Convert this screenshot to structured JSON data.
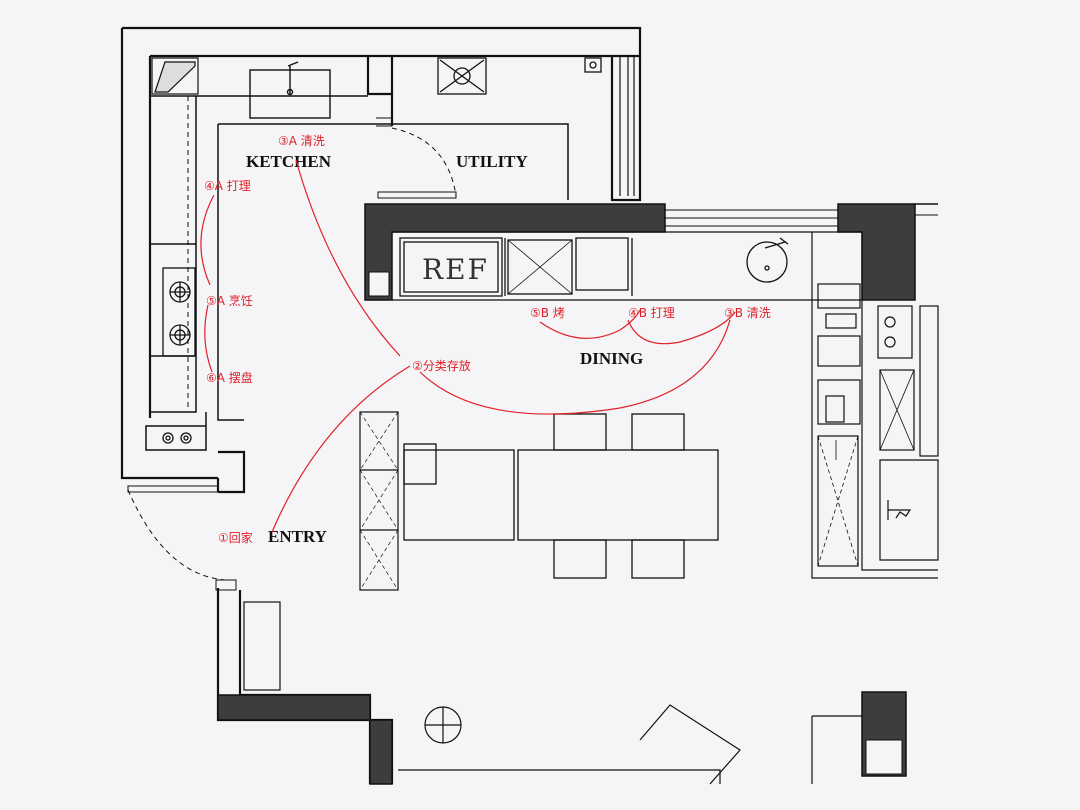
{
  "rooms": {
    "kitchen": "KETCHEN",
    "utility": "UTILITY",
    "dining": "DINING",
    "entry": "ENTRY"
  },
  "appliance": {
    "ref": "REF"
  },
  "annotations": {
    "a1": "①回家",
    "a2": "②分类存放",
    "a3a": "③A 清洗",
    "a4a": "④A 打理",
    "a5a": "⑤A 烹饪",
    "a6a": "⑥A 摆盘",
    "a3b": "③B 清洗",
    "a4b": "④B 打理",
    "a5b": "⑤B 烤"
  },
  "colors": {
    "wall": "#111111",
    "wall_fill": "#3d3d40",
    "annotation": "#e0202a",
    "background": "#f5f5f7"
  }
}
